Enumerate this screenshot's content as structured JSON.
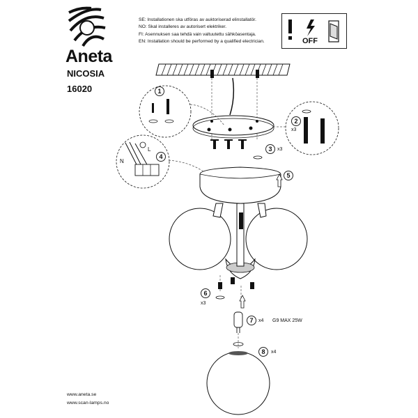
{
  "header": {
    "brand": "Aneta",
    "model": "NICOSIA",
    "code": "16020"
  },
  "notes": [
    "SE: Installationen ska utföras av auktoriserad elinstallatör.",
    "NO: Skal installeres av autorisert elektriker.",
    "FI:  Asennuksen saa tehdä vain valtuutettu sähköasentaja.",
    "EN: Installation should be performed by a qualified electrician."
  ],
  "warning": {
    "off_label": "OFF",
    "icons": [
      "exclamation-icon",
      "lightning-icon",
      "switch-icon"
    ]
  },
  "steps": [
    {
      "number": "1"
    },
    {
      "number": "2",
      "qty": "x3"
    },
    {
      "number": "3",
      "qty": "x3"
    },
    {
      "number": "4",
      "wire_n": "N",
      "wire_l": "L"
    },
    {
      "number": "5"
    },
    {
      "number": "6",
      "qty": "x3"
    },
    {
      "number": "7",
      "qty": "x4",
      "bulb_spec": "G9 MAX 25W"
    },
    {
      "number": "8",
      "qty": "x4"
    }
  ],
  "footer": {
    "site1": "www.aneta.se",
    "site2": "www.scan-lamps.no"
  }
}
